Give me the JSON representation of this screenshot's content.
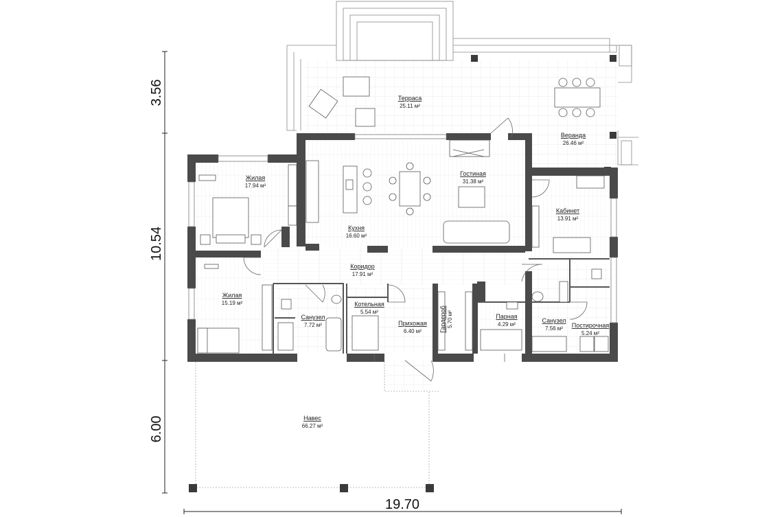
{
  "dimensions": {
    "height_top": "3.56",
    "height_mid": "10.54",
    "height_bottom": "6.00",
    "width": "19.70"
  },
  "rooms": [
    {
      "id": "terrace",
      "name": "Терраса",
      "area": "25.11 м²"
    },
    {
      "id": "veranda",
      "name": "Веранда",
      "area": "26.46 м²"
    },
    {
      "id": "bedroom-1",
      "name": "Жилая",
      "area": "17.94 м²"
    },
    {
      "id": "living",
      "name": "Гостиная",
      "area": "31.38 м²"
    },
    {
      "id": "study",
      "name": "Кабинет",
      "area": "13.91 м²"
    },
    {
      "id": "kitchen",
      "name": "Кухня",
      "area": "16.60 м²"
    },
    {
      "id": "corridor",
      "name": "Коридор",
      "area": "17.91 м²"
    },
    {
      "id": "bedroom-2",
      "name": "Жилая",
      "area": "15.19 м²"
    },
    {
      "id": "bath-1",
      "name": "Санузел",
      "area": "7.72 м²"
    },
    {
      "id": "boiler",
      "name": "Котельная",
      "area": "5.54 м²"
    },
    {
      "id": "hall",
      "name": "Прихожая",
      "area": "6.40 м²"
    },
    {
      "id": "wardrobe",
      "name": "Гардероб",
      "area": "5.70 м²"
    },
    {
      "id": "sauna",
      "name": "Парная",
      "area": "4.29 м²"
    },
    {
      "id": "bath-2",
      "name": "Санузел",
      "area": "7.56 м²"
    },
    {
      "id": "laundry",
      "name": "Постирочная",
      "area": "5.24 м²"
    },
    {
      "id": "canopy",
      "name": "Навес",
      "area": "66.27 м²"
    }
  ]
}
